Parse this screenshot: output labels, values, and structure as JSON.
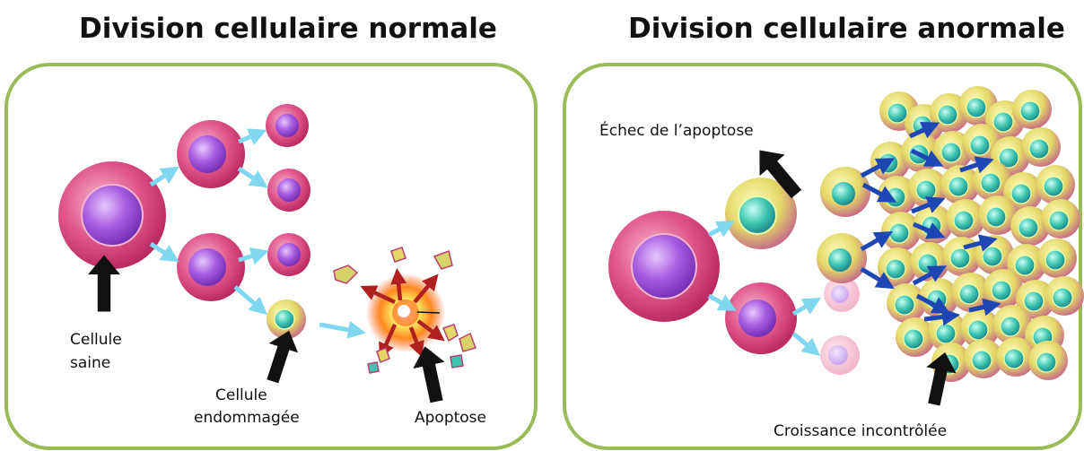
{
  "panels": {
    "normal": {
      "title": "Division cellulaire normale",
      "labels": {
        "healthy_cell_line1": "Cellule",
        "healthy_cell_line2": "saine",
        "damaged_cell_line1": "Cellule",
        "damaged_cell_line2": "endommagée",
        "apoptosis": "Apoptose"
      }
    },
    "abnormal": {
      "title": "Division cellulaire anormale",
      "labels": {
        "apoptosis_failure": "Échec de l’apoptose",
        "uncontrolled_growth": "Croissance incontrôlée"
      }
    }
  },
  "colors": {
    "panel_border": "#9bbb59",
    "healthy_cell": "#d9457a",
    "healthy_nucleus": "#9b4fd6",
    "cancer_cell": "#d2c24a",
    "cancer_nucleus": "#2fb7a8",
    "arrow_light": "#7fd8ef",
    "arrow_dark": "#1e46b4",
    "fragment_arrow": "#b02020"
  }
}
